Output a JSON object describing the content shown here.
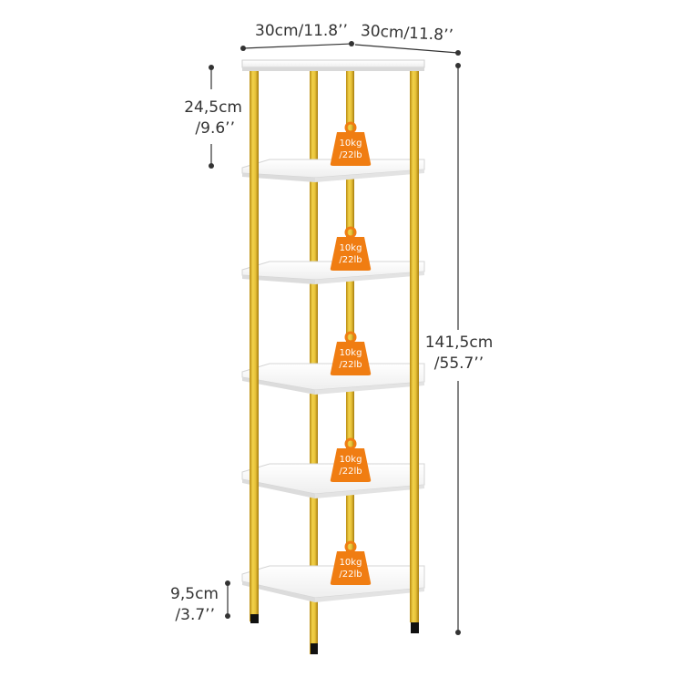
{
  "dimensions": {
    "width_label": "30cm/11.8’’",
    "depth_label": "30cm/11.8’’",
    "shelf_gap": {
      "metric": "24,5cm",
      "imperial": "/9.6’’"
    },
    "total_height": {
      "metric": "141,5cm",
      "imperial": "/55.7’’"
    },
    "foot_height": {
      "metric": "9,5cm",
      "imperial": "/3.7’’"
    }
  },
  "load_badges": [
    {
      "line1": "10kg",
      "line2": "/22lb"
    },
    {
      "line1": "10kg",
      "line2": "/22lb"
    },
    {
      "line1": "10kg",
      "line2": "/22lb"
    },
    {
      "line1": "10kg",
      "line2": "/22lb"
    },
    {
      "line1": "10kg",
      "line2": "/22lb"
    }
  ],
  "colors": {
    "gold_light": "#f2d24a",
    "gold_dark": "#b98c12",
    "shelf": "#ffffff",
    "badge": "#f07d12",
    "dimension_line": "#333333"
  }
}
